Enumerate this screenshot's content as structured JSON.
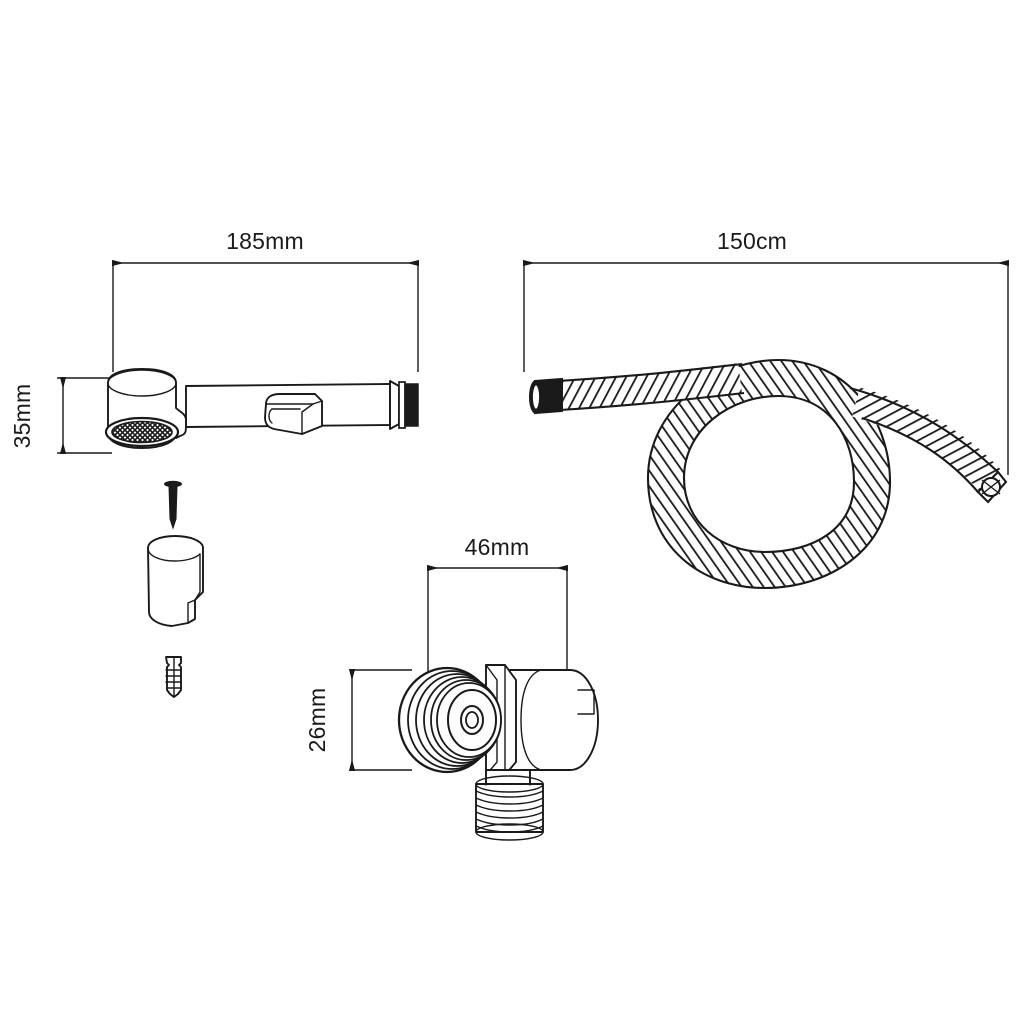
{
  "document": {
    "title": "Bidet Hand Sprayer Technical Dimension Drawing",
    "background_color": "#ffffff",
    "line_color": "#1a1a1a"
  },
  "dimensions": {
    "sprayer_length": {
      "label": "185mm",
      "name": "sprayer-length-dimension",
      "orientation": "horizontal"
    },
    "sprayer_head_diameter": {
      "label": "35mm",
      "name": "sprayer-head-diameter-dimension",
      "orientation": "vertical"
    },
    "hose_length": {
      "label": "150cm",
      "name": "hose-length-dimension",
      "orientation": "horizontal"
    },
    "valve_width": {
      "label": "46mm",
      "name": "valve-width-dimension",
      "orientation": "horizontal"
    },
    "valve_height": {
      "label": "26mm",
      "name": "valve-height-dimension",
      "orientation": "vertical"
    }
  },
  "parts": {
    "sprayer": {
      "name": "hand-sprayer-assembly",
      "description": "Hand held bidet sprayer with aerator head, trigger lever and threaded hose connector"
    },
    "hose": {
      "name": "braided-flexible-hose",
      "description": "Coiled braided stainless steel flexible hose with end cap"
    },
    "screw": {
      "name": "mounting-screw",
      "description": "Wall mounting screw"
    },
    "bracket": {
      "name": "wall-holder-bracket",
      "description": "Cylindrical wall holder bracket for the sprayer"
    },
    "anchor": {
      "name": "wall-plug-anchor",
      "description": "Expansion wall plug anchor"
    },
    "valve": {
      "name": "t-adapter-valve",
      "description": "T adapter diverter valve with threaded outlet"
    }
  }
}
